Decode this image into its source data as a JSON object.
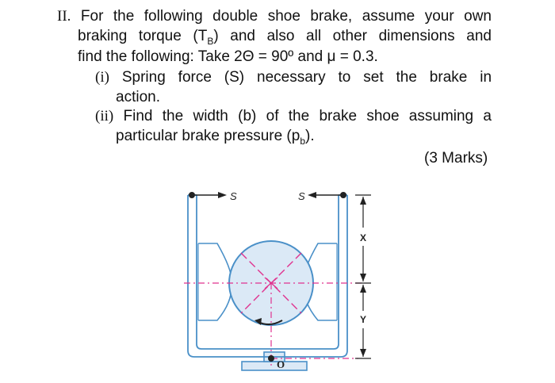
{
  "question": {
    "number": "II.",
    "lines": [
      "For the following double shoe brake, assume your own",
      "braking torque (T",
      "B",
      ") and also all other dimensions and",
      "find the following: Take 2Θ = 90º and μ = 0.3."
    ]
  },
  "parts": [
    {
      "numeral": "(i)",
      "line1": "Spring force (S) necessary to set the brake in",
      "line2": "action."
    },
    {
      "numeral": "(ii)",
      "line1": "Find the width (b) of the brake shoe assuming a",
      "line2_pre": "particular brake pressure (p",
      "line2_sub": "b",
      "line2_post": ")."
    }
  ],
  "marks": "(3 Marks)",
  "figure": {
    "spring_left": "S",
    "spring_right": "S",
    "dim_x": "X",
    "dim_y": "Y",
    "pivot": "O",
    "colors": {
      "frame": "#4a90c8",
      "fill": "#dbe9f6",
      "axis": "#e0338f",
      "dark": "#222222"
    }
  }
}
